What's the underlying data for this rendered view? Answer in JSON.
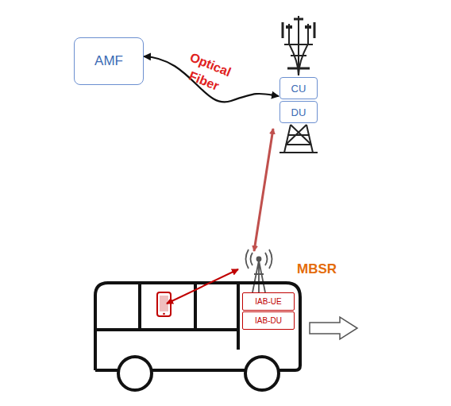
{
  "diagram": {
    "nodes": [
      {
        "text": [
          "AMF"
        ]
      },
      {
        "text": [
          "CU"
        ]
      },
      {
        "text": [
          "DU"
        ]
      },
      {
        "text": [
          "IAB-UE"
        ]
      },
      {
        "text": [
          "IAB-DU"
        ]
      }
    ],
    "edges": [
      {
        "from": 0,
        "to": 1,
        "label": "Optical Fiber",
        "arrow": "both"
      }
    ],
    "labels": [
      "MBSR"
    ]
  }
}
